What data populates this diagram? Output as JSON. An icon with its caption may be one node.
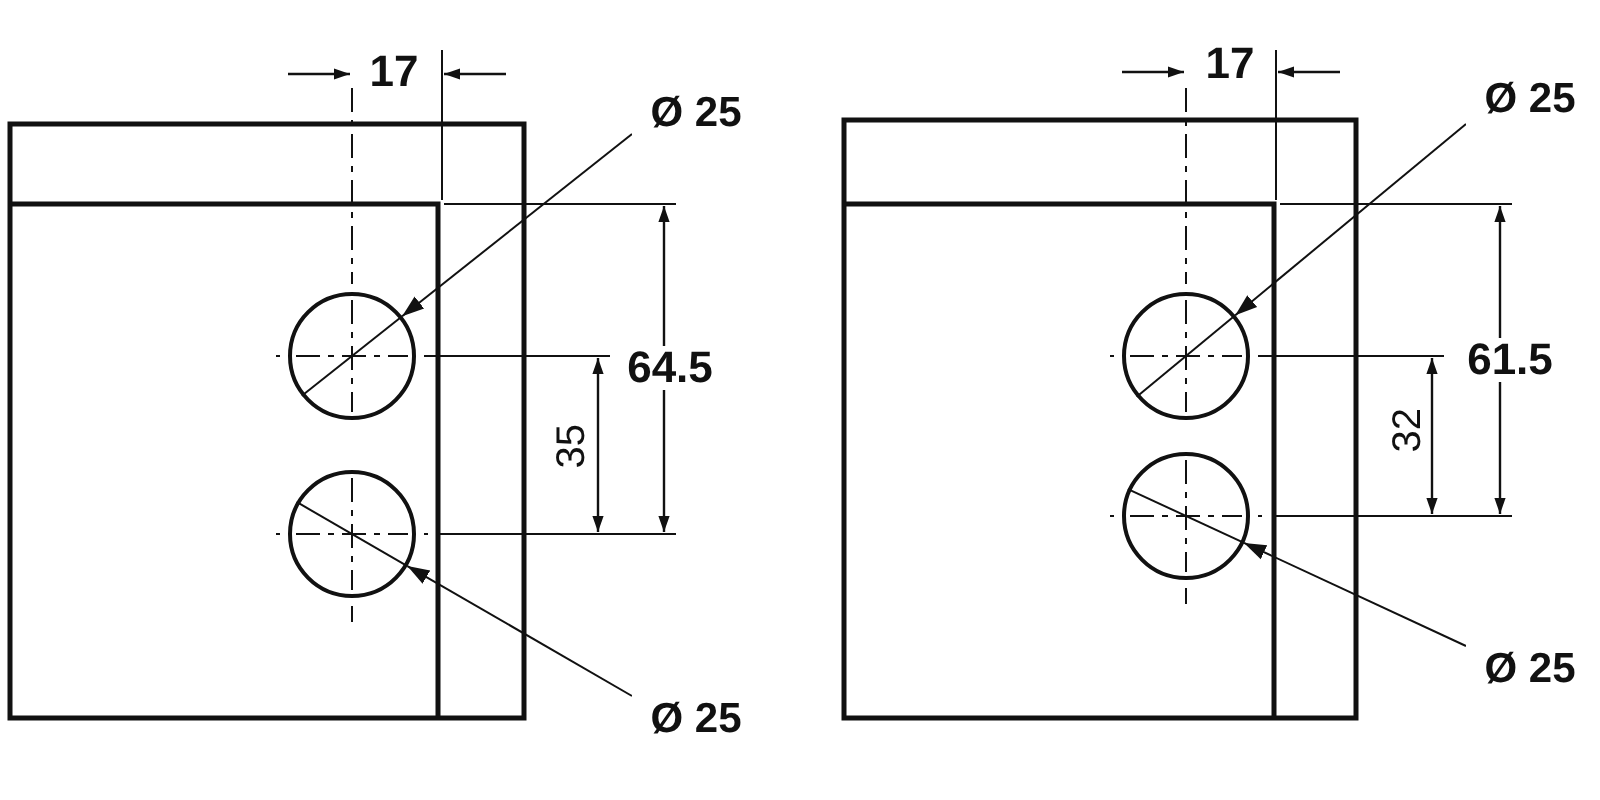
{
  "diagram": {
    "nodes": [
      {
        "text": [
          "Ø 25"
        ]
      },
      {
        "text": [],
        "shape": "circle"
      },
      {
        "text": [],
        "shape": "circle"
      },
      {
        "text": [
          "Ø 25"
        ]
      },
      {
        "text": [
          "Ø 25"
        ]
      },
      {
        "text": [],
        "shape": "circle"
      },
      {
        "text": [],
        "shape": "circle"
      },
      {
        "text": [
          "Ø 25"
        ]
      }
    ],
    "edges": [
      {
        "from": 0,
        "to": 1,
        "arrow": "to"
      },
      {
        "from": 3,
        "to": 2,
        "arrow": "to"
      },
      {
        "from": 4,
        "to": 5,
        "arrow": "to"
      },
      {
        "from": 7,
        "to": 6,
        "arrow": "to"
      }
    ],
    "labels": [
      "17",
      "64.5",
      "35",
      "17",
      "61.5",
      "32"
    ]
  }
}
